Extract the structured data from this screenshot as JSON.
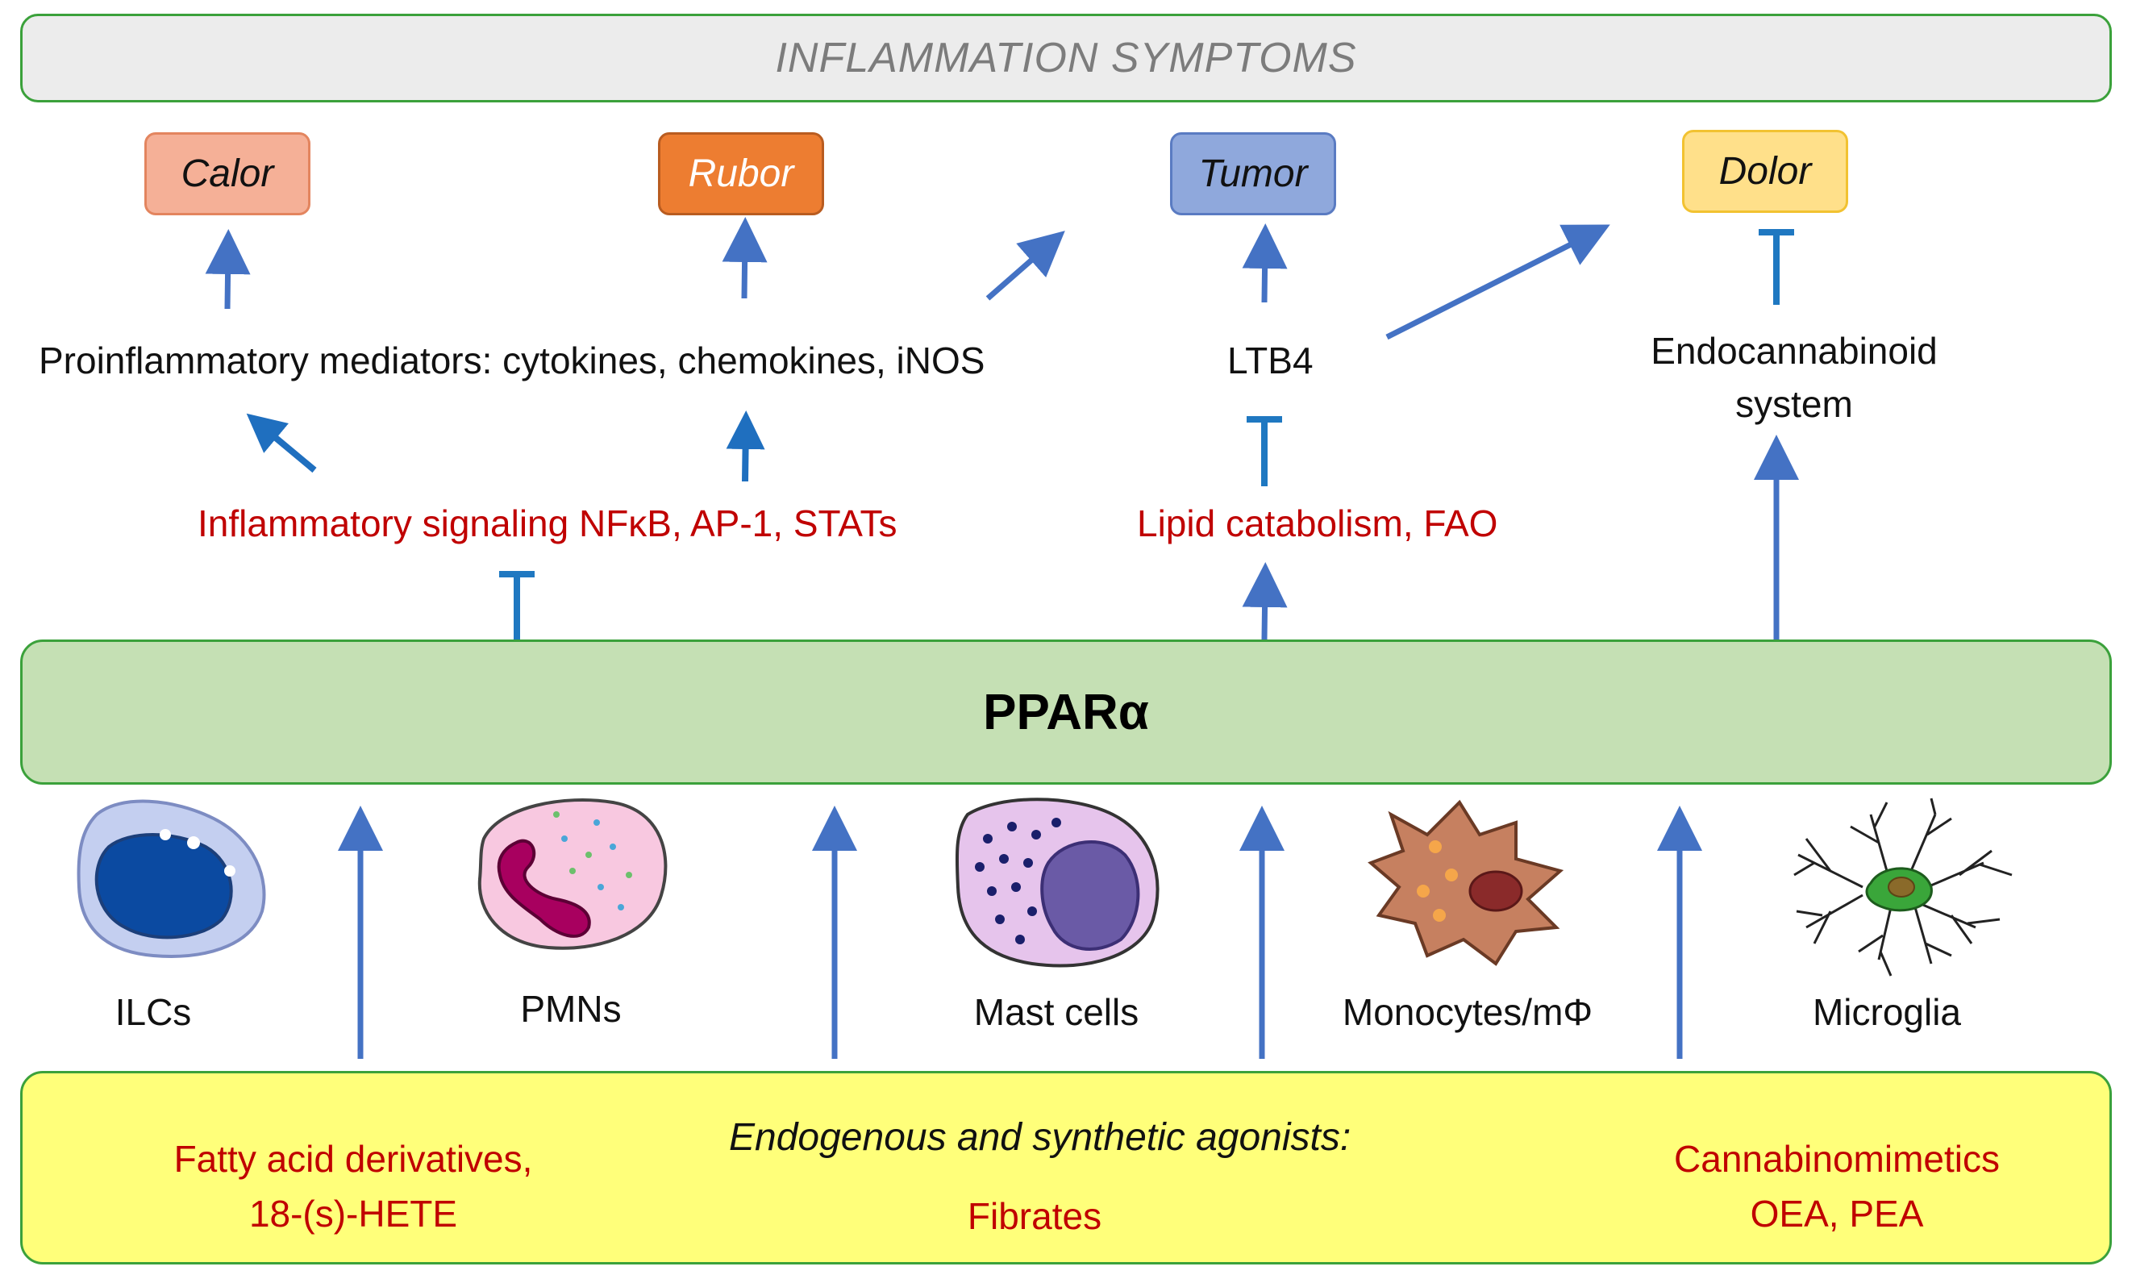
{
  "header": {
    "title": "INFLAMMATION SYMPTOMS"
  },
  "symptoms": {
    "calor": "Calor",
    "rubor": "Rubor",
    "tumor": "Tumor",
    "dolor": "Dolor"
  },
  "mediators": {
    "proinflammatory": "Proinflammatory mediators: cytokines, chemokines, iNOS",
    "ltb4": "LTB4",
    "endocannabinoid_line1": "Endocannabinoid",
    "endocannabinoid_line2": "system"
  },
  "pathways": {
    "signaling": "Inflammatory signaling NFκB, AP-1, STATs",
    "lipid": "Lipid catabolism, FAO"
  },
  "receptor": {
    "label": "PPARα"
  },
  "cells": {
    "ilcs": "ILCs",
    "pmns": "PMNs",
    "mast": "Mast cells",
    "monocytes": "Monocytes/mΦ",
    "microglia": "Microglia"
  },
  "agonists": {
    "heading": "Endogenous and synthetic agonists:",
    "fatty_line1": "Fatty acid derivatives,",
    "fatty_line2": "18-(s)-HETE",
    "fibrates": "Fibrates",
    "cannabino_line1": "Cannabinomimetics",
    "cannabino_line2": "OEA, PEA"
  },
  "colors": {
    "arrow": "#4472c4",
    "inhibit": "#1f78c1",
    "red_text": "#c00000",
    "ppar_fill": "#c5e0b4",
    "agonist_fill": "#ffff7a",
    "border_green": "#3ba13b"
  }
}
